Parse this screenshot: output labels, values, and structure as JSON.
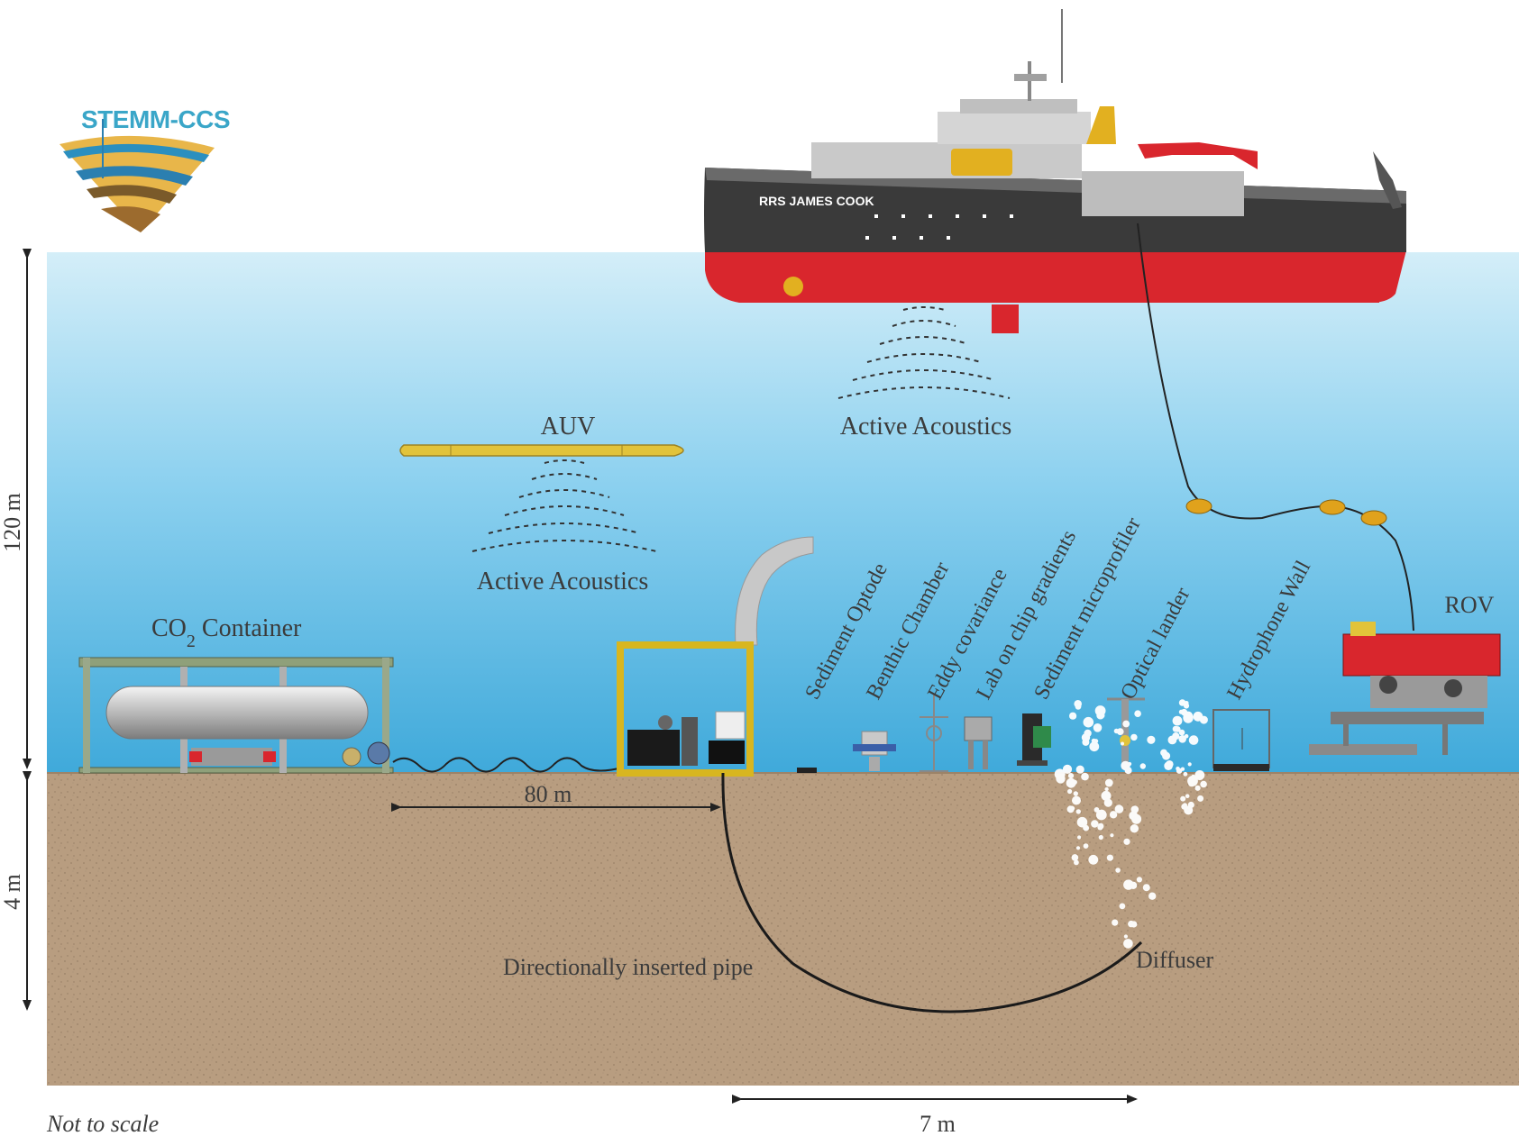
{
  "logo": {
    "text": "STEMM-CCS"
  },
  "ship": {
    "name": "RRS JAMES COOK"
  },
  "labels": {
    "auv": "AUV",
    "active_acoustics_ship": "Active Acoustics",
    "active_acoustics_auv": "Active Acoustics",
    "co2_container_prefix": "CO",
    "co2_container_sub": "2",
    "co2_container_suffix": " Container",
    "rov": "ROV",
    "directional_pipe": "Directionally inserted pipe",
    "diffuser": "Diffuser",
    "not_to_scale": "Not to scale"
  },
  "instruments": [
    "Sediment Optode",
    "Benthic Chamber",
    "Eddy covariance",
    "Lab on chip gradients",
    "Sediment microprofiler",
    "Optical lander",
    "Hydrophone Wall"
  ],
  "dimensions": {
    "depth_water": "120 m",
    "depth_sediment": "4 m",
    "distance_horizontal": "80 m",
    "distance_bottom": "7 m"
  },
  "colors": {
    "sky": "#ffffff",
    "water_top": "#d2ecf6",
    "water_bottom": "#46b0de",
    "sediment": "#b89d80",
    "ship_hull_top": "#3a3a3a",
    "ship_hull_bottom": "#d9262d",
    "auv": "#e2c33a",
    "lander_frame": "#d8b61f",
    "rov": "#d9262d"
  }
}
